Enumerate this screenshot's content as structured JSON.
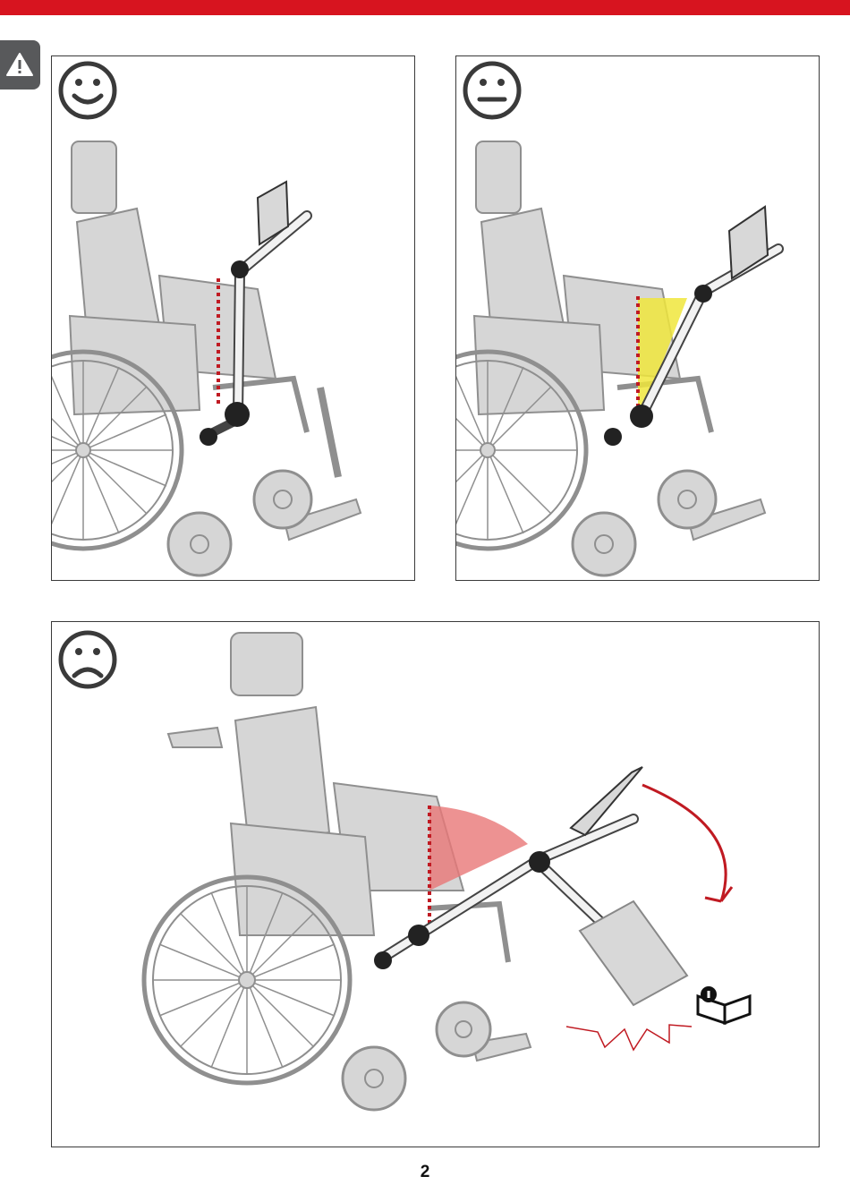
{
  "colors": {
    "brand_red": "#d7141f",
    "warning_tab": "#58595b",
    "wheelchair_gray": "#c8c8c8",
    "safe_zone_yellow": "#f0e63c",
    "danger_zone_red": "#e87777"
  },
  "header": {
    "icon": "warning-triangle-icon"
  },
  "panels": [
    {
      "rating_icon": "smiley-happy-icon",
      "verdict": "correct"
    },
    {
      "rating_icon": "smiley-neutral-icon",
      "verdict": "acceptable"
    },
    {
      "rating_icon": "smiley-sad-icon",
      "verdict": "incorrect",
      "extra_icon": "info-manual-icon"
    }
  ],
  "footer": {
    "page_number": "2"
  }
}
